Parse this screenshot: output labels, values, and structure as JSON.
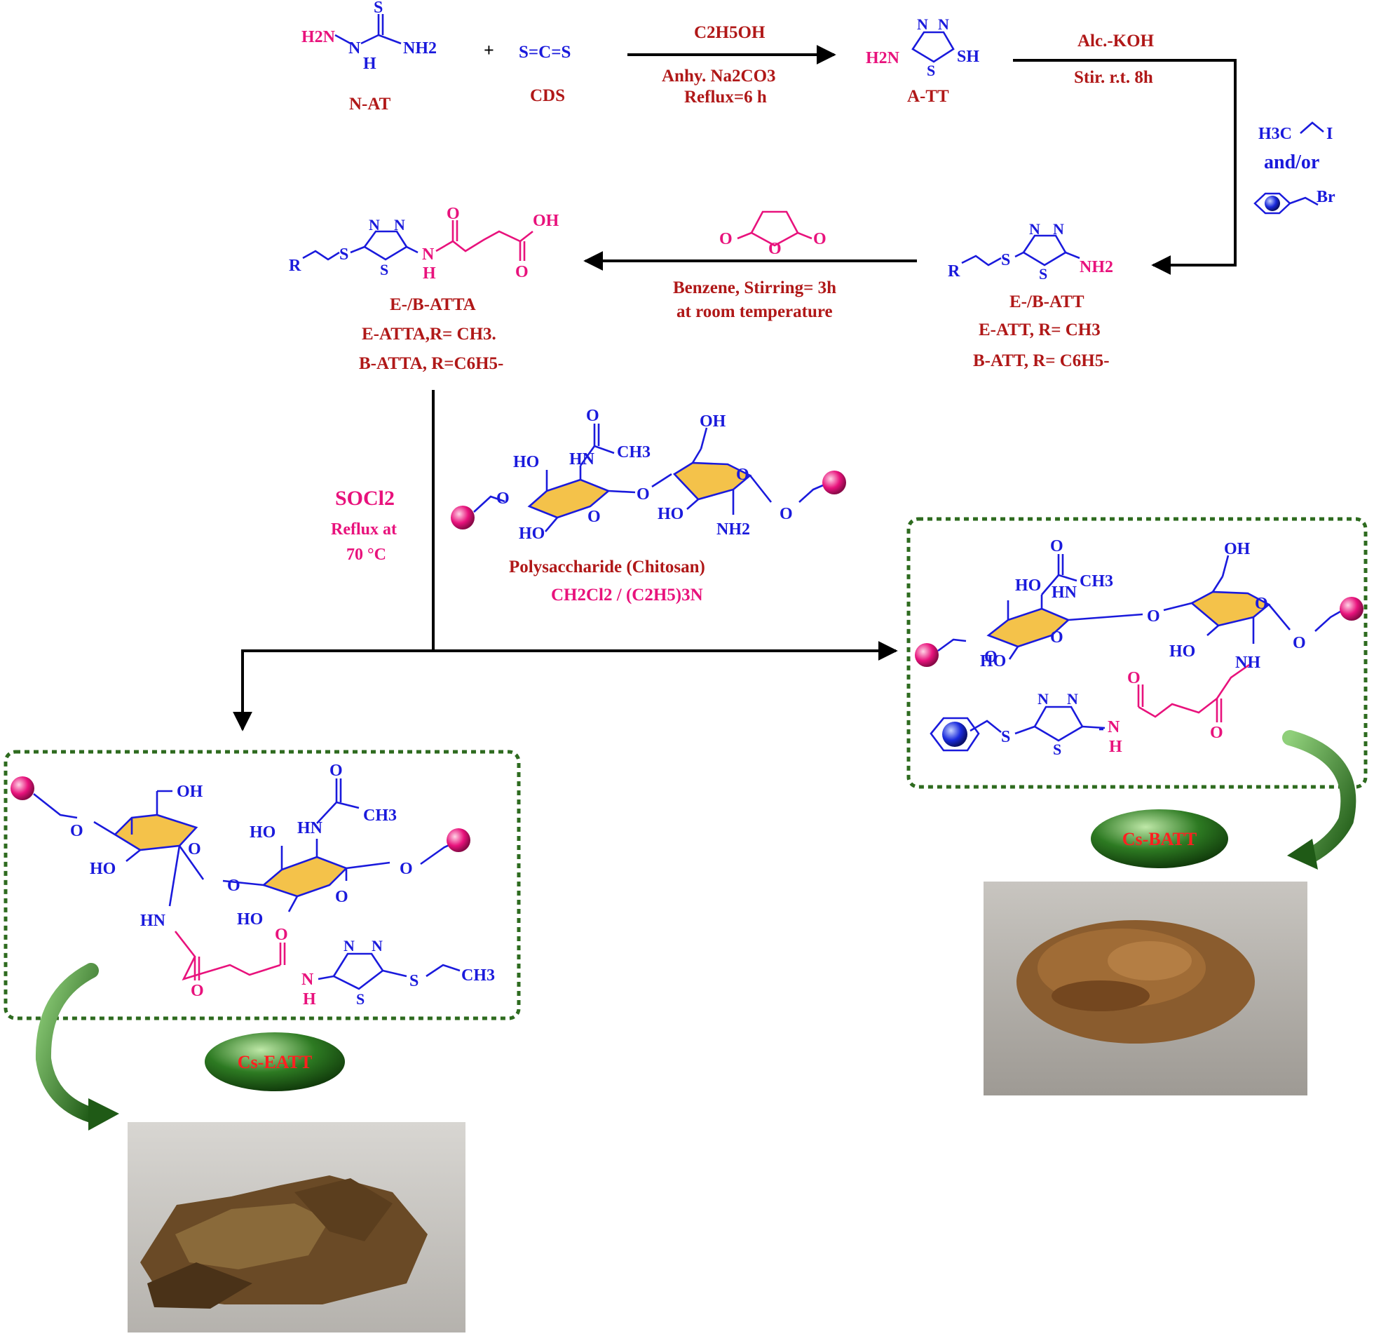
{
  "reactants": {
    "n_at": {
      "label": "N-AT",
      "h2n": "H2N",
      "nh": "N",
      "h": "H",
      "s": "S",
      "nh2": "NH2"
    },
    "plus": "+",
    "cds": {
      "label": "CDS",
      "formula": "S=C=S"
    }
  },
  "step1": {
    "solvent": "C2H5OH",
    "base": "Anhy. Na2CO3",
    "condition": "Reflux=6 h"
  },
  "a_tt": {
    "label": "A-TT",
    "h2n": "H2N",
    "sh": "SH",
    "n1": "N",
    "n2": "N",
    "s": "S"
  },
  "step2": {
    "reagent": "Alc.-KOH",
    "condition": "Stir. r.t. 8h"
  },
  "alkylation": {
    "methyl_iodide_left": "H3C",
    "methyl_iodide_right": "I",
    "and_or": "and/or",
    "benzyl_bromide": "Br"
  },
  "e_b_att": {
    "name": "E-/B-ATT",
    "e_att": "E-ATT, R= CH3",
    "b_att": "B-ATT, R= C6H5-",
    "r": "R",
    "s": "S",
    "n1": "N",
    "n2": "N",
    "ring_s": "S",
    "nh2": "NH2"
  },
  "step3": {
    "solvent": "Benzene, Stirring= 3h",
    "condition": "at room temperature",
    "anhydride_o": "O"
  },
  "e_b_atta": {
    "name": "E-/B-ATTA",
    "e_atta": "E-ATTA,R= CH3.",
    "b_atta": "B-ATTA, R=C6H5-",
    "r": "R",
    "s": "S",
    "n1": "N",
    "n2": "N",
    "ring_s": "S",
    "nh": "N",
    "h": "H",
    "o": "O",
    "oh": "OH"
  },
  "step4": {
    "reagent": "SOCl2",
    "condition_line1": "Reflux at",
    "condition_line2": "70 °C"
  },
  "chitosan": {
    "name": "Polysaccharide (Chitosan)",
    "solvent": "CH2Cl2 / (C2H5)3N",
    "oh": "OH",
    "ho": "HO",
    "hn": "HN",
    "ch3": "CH3",
    "o": "O",
    "nh2": "NH2"
  },
  "cs_batt": {
    "label": "Cs-BATT",
    "oh": "OH",
    "ho": "HO",
    "hn": "HN",
    "nh": "NH",
    "ch3": "CH3",
    "o": "O",
    "n": "N",
    "s": "S",
    "h": "H"
  },
  "cs_eatt": {
    "label": "Cs-EATT",
    "oh": "OH",
    "ho": "HO",
    "hn": "HN",
    "ch3": "CH3",
    "o": "O",
    "n": "N",
    "s": "S",
    "h": "H"
  },
  "colors": {
    "reagent_text": "#b01818",
    "pink": "#e8127c",
    "blue": "#1a1adc",
    "box": "#2e6b1f",
    "badge": "#2d7a22",
    "sugar_ring": "#f4c24a"
  }
}
